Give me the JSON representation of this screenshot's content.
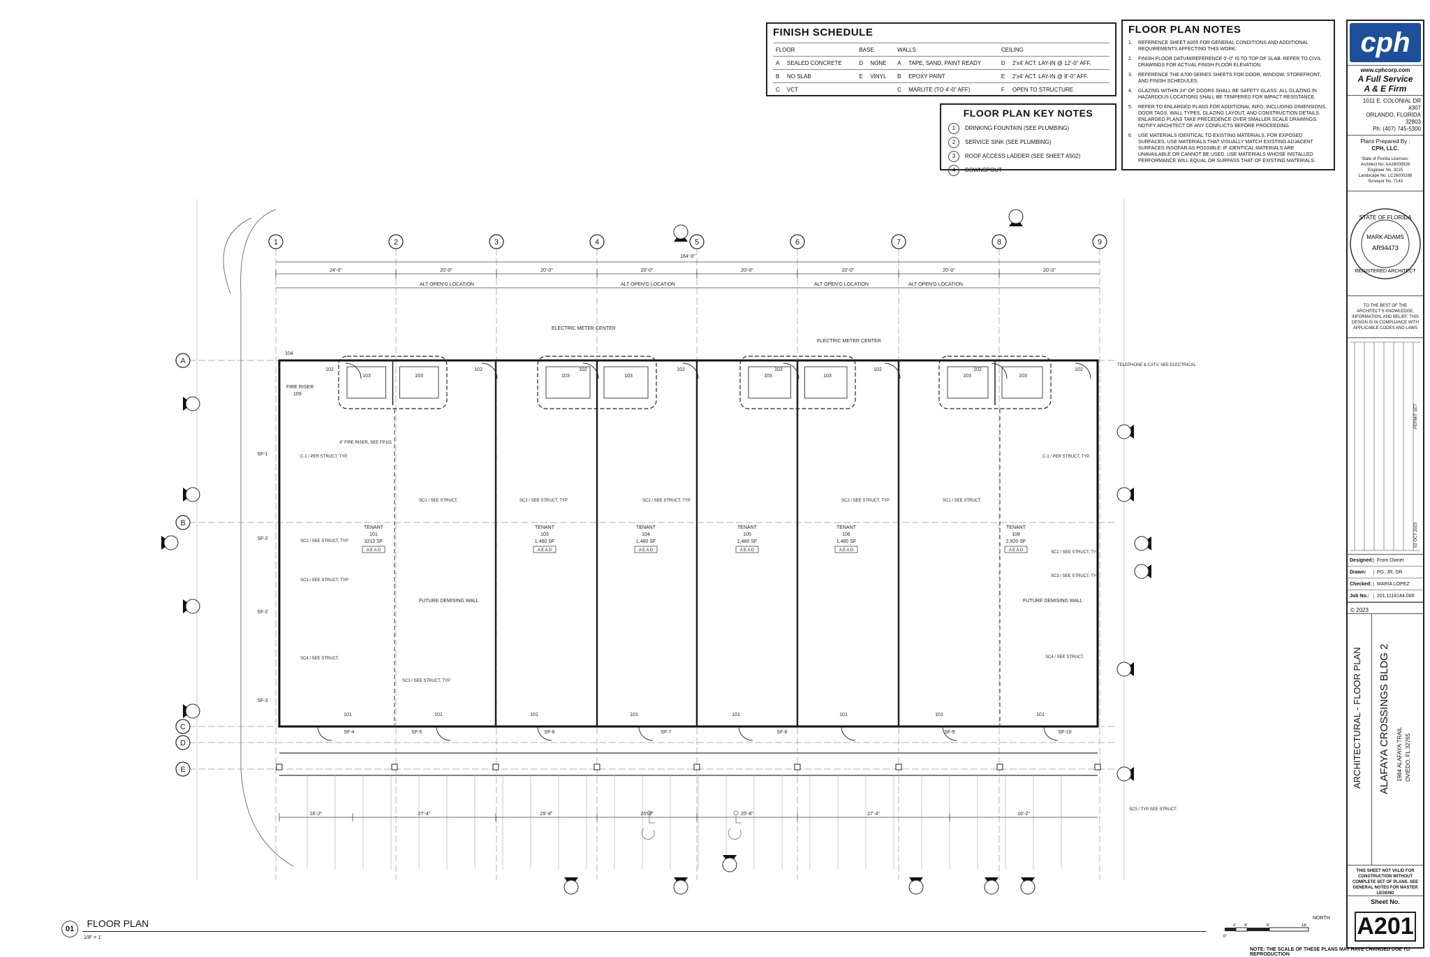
{
  "finish_schedule": {
    "title": "FINISH SCHEDULE",
    "headers": [
      "FLOOR",
      "BASE",
      "WALLS",
      "CEILING"
    ],
    "rows": [
      [
        [
          "A",
          "SEALED CONCRETE"
        ],
        [
          "D",
          "NONE"
        ],
        [
          "A",
          "TAPE, SAND, PAINT READY"
        ],
        [
          "D",
          "2'x4' ACT. LAY-IN @ 12'-0\" AFF."
        ]
      ],
      [
        [
          "B",
          "NO SLAB"
        ],
        [
          "E",
          "VINYL"
        ],
        [
          "B",
          "EPOXY PAINT"
        ],
        [
          "E",
          "2'x4' ACT. LAY-IN @ 8'-0\" AFF."
        ]
      ],
      [
        [
          "C",
          "VCT"
        ],
        [
          "",
          ""
        ],
        [
          "C",
          "MARLITE (TO 4'-0\" AFF)"
        ],
        [
          "F",
          "OPEN TO STRUCTURE"
        ]
      ]
    ]
  },
  "key_notes": {
    "title": "FLOOR PLAN KEY NOTES",
    "items": [
      {
        "num": "1",
        "text": "DRINKING FOUNTAIN (SEE PLUMBING)"
      },
      {
        "num": "2",
        "text": "SERVICE SINK (SEE PLUMBING)"
      },
      {
        "num": "3",
        "text": "ROOF ACCESS LADDER (SEE SHEET A502)"
      },
      {
        "num": "4",
        "text": "DOWNSPOUT"
      }
    ]
  },
  "plan_notes": {
    "title": "FLOOR PLAN NOTES",
    "items": [
      {
        "num": "1.",
        "text": "REFERENCE SHEET A005 FOR GENERAL CONDITIONS AND ADDITIONAL REQUIREMENTS AFFECTING THIS WORK."
      },
      {
        "num": "2.",
        "text": "FINISH FLOOR DATUM/REFERENCE 0'-0\" IS TO TOP OF SLAB. REFER TO CIVIL DRAWINGS FOR ACTUAL FINISH FLOOR ELEVATION."
      },
      {
        "num": "3.",
        "text": "REFERENCE THE A700-SERIES SHEETS FOR DOOR, WINDOW, STOREFRONT, AND FINISH SCHEDULES."
      },
      {
        "num": "4.",
        "text": "GLAZING WITHIN 24\" OF DOORS SHALL BE SAFETY GLASS. ALL GLAZING IN HAZARDOUS LOCATIONS SHALL BE TEMPERED FOR IMPACT RESISTANCE."
      },
      {
        "num": "5.",
        "text": "REFER TO ENLARGED PLANS FOR ADDITIONAL INFO, INCLUDING DIMENSIONS, DOOR TAGS, WALL TYPES, GLAZING LAYOUT, AND CONSTRUCTION DETAILS. ENLARGED PLANS TAKE PRECEDENCE OVER SMALLER SCALE DRAWINGS. NOTIFY ARCHITECT OF ANY CONFLICTS BEFORE PROCEEDING."
      },
      {
        "num": "6.",
        "text": "USE MATERIALS IDENTICAL TO EXISTING MATERIALS. FOR EXPOSED SURFACES, USE MATERIALS THAT VISUALLY MATCH EXISTING ADJACENT SURFACES INSOFAR AS POSSIBLE. IF IDENTICAL MATERIALS ARE UNAVAILABLE OR CANNOT BE USED, USE MATERIALS WHOSE INSTALLED PERFORMANCE WILL EQUAL OR SURPASS THAT OF EXISTING MATERIALS."
      }
    ]
  },
  "title_block": {
    "logo": "cph",
    "website": "www.cphcorp.com",
    "tagline1": "A Full Service",
    "tagline2": "A & E Firm",
    "address1": "1011 E. COLONIAL DR #307",
    "address2": "ORLANDO, FLORIDA 32803",
    "phone": "Ph: (407) 745-5300",
    "prepared_by_label": "Plans Prepared By :",
    "prepared_by": "CPH, LLC.",
    "licenses": [
      "State of Florida Licenses:",
      "Architect No. AA26000926",
      "Engineer No. 3215",
      "Landscape No. LC26000298",
      "Surveyor No. 7143"
    ],
    "seal_lines": [
      "STATE OF FLORIDA",
      "MARK ADAMS",
      "AR94473",
      "REGISTERED ARCHITECT"
    ],
    "certification": "TO THE BEST OF THE ARCHITECT'S KNOWLEDGE, INFORMATION, AND BELIEF, THIS DESIGN IS IN COMPLIANCE WITH APPLICABLE CODES AND LAWS",
    "permit_set": "PERMIT SET",
    "date": "02 OCT 2023",
    "info": [
      {
        "label": "Designed:",
        "value": "From Owner"
      },
      {
        "label": "Drawn:",
        "value": "PG, JR, DR"
      },
      {
        "label": "Checked:",
        "value": "MARIA LOPEZ"
      },
      {
        "label": "Job No.:",
        "value": "201.1118144.000"
      }
    ],
    "copyright": "© 2023",
    "sheet_title": "ARCHITECTURAL - FLOOR PLAN",
    "project": "ALAFAYA CROSSINGS BLDG 2",
    "project_addr1": "1984 ALAFAYA TRAIL",
    "project_addr2": "OVIEDO, FL 32765",
    "warning": "THIS SHEET NOT VALID FOR CONSTRUCTION WITHOUT COMPLETE SET OF PLANS. SEE GENERAL NOTES FOR MASTER LEGEND",
    "sheet_no_label": "Sheet No.",
    "sheet_no": "A201"
  },
  "drawing_title": {
    "num": "01",
    "title": "FLOOR PLAN",
    "scale": "1/8\" = 1'"
  },
  "north_label": "NORTH",
  "scale_bar": [
    "0'",
    "4'",
    "8'",
    "16'",
    "2'"
  ],
  "footer_note": "NOTE: THE SCALE OF THESE PLANS MAY HAVE CHANGED DUE TO REPRODUCTION",
  "plan": {
    "grid_cols": [
      "1",
      "2",
      "3",
      "4",
      "5",
      "6",
      "7",
      "8",
      "9"
    ],
    "grid_rows": [
      "A",
      "B",
      "C",
      "D",
      "E"
    ],
    "overall_dim": "164'-0\"",
    "bay_dims": [
      "24'-0\"",
      "20'-0\"",
      "20'-0\"",
      "20'-0\"",
      "20'-0\"",
      "20'-0\"",
      "20'-0\"",
      "20'-0\""
    ],
    "tenants": [
      {
        "name": "TENANT",
        "num": "101",
        "area": "3212 SF"
      },
      {
        "name": "TENANT",
        "num": "103",
        "area": "1,460 SF"
      },
      {
        "name": "TENANT",
        "num": "104",
        "area": "1,460 SF"
      },
      {
        "name": "TENANT",
        "num": "105",
        "area": "1,460 SF"
      },
      {
        "name": "TENANT",
        "num": "106",
        "area": "1,460 SF"
      },
      {
        "name": "TENANT",
        "num": "108",
        "area": "2,920 SF"
      }
    ],
    "finish_tag": "A E A D",
    "labels": {
      "electric_meter": "ELECTRIC METER CENTER",
      "telephone": "TELEPHONE & CATV, SEE ELECTRICAL",
      "fire_riser": "FIRE RISER",
      "fire_riser_num": "109",
      "fire_riser_note": "4\" FIRE RISER, SEE FP101",
      "future_wall": "FUTURE DEMISING WALL",
      "alt_opening": "ALT OPEN'G LOCATION",
      "c1": "C-1 / PER STRUCT, TYP.",
      "sc1": "SC1 / SEE STRUCT.",
      "sc2": "SC2 / SEE STRUCT, TYP",
      "sc3": "SC3 / SEE STRUCT, TYP",
      "sc4": "SC4 / SEE STRUCT.",
      "sc5": "SC5 / TYP SEE STRUCT."
    },
    "storefronts": [
      "SF-4",
      "SF-5",
      "SF-6",
      "SF-7",
      "SF-8",
      "SF-9",
      "SF-10"
    ],
    "side_sf": [
      "SF-1",
      "SF-2",
      "SF-2",
      "SF-3"
    ],
    "bottom_dims": [
      "16'-2\"",
      "27'-4\"",
      "25'-8\"",
      "25'-8\"",
      "25'-8\"",
      "27'-4\"",
      "16'-2\""
    ],
    "room_101": "101",
    "room_102": "102",
    "room_103": "103",
    "room_104": "104"
  }
}
